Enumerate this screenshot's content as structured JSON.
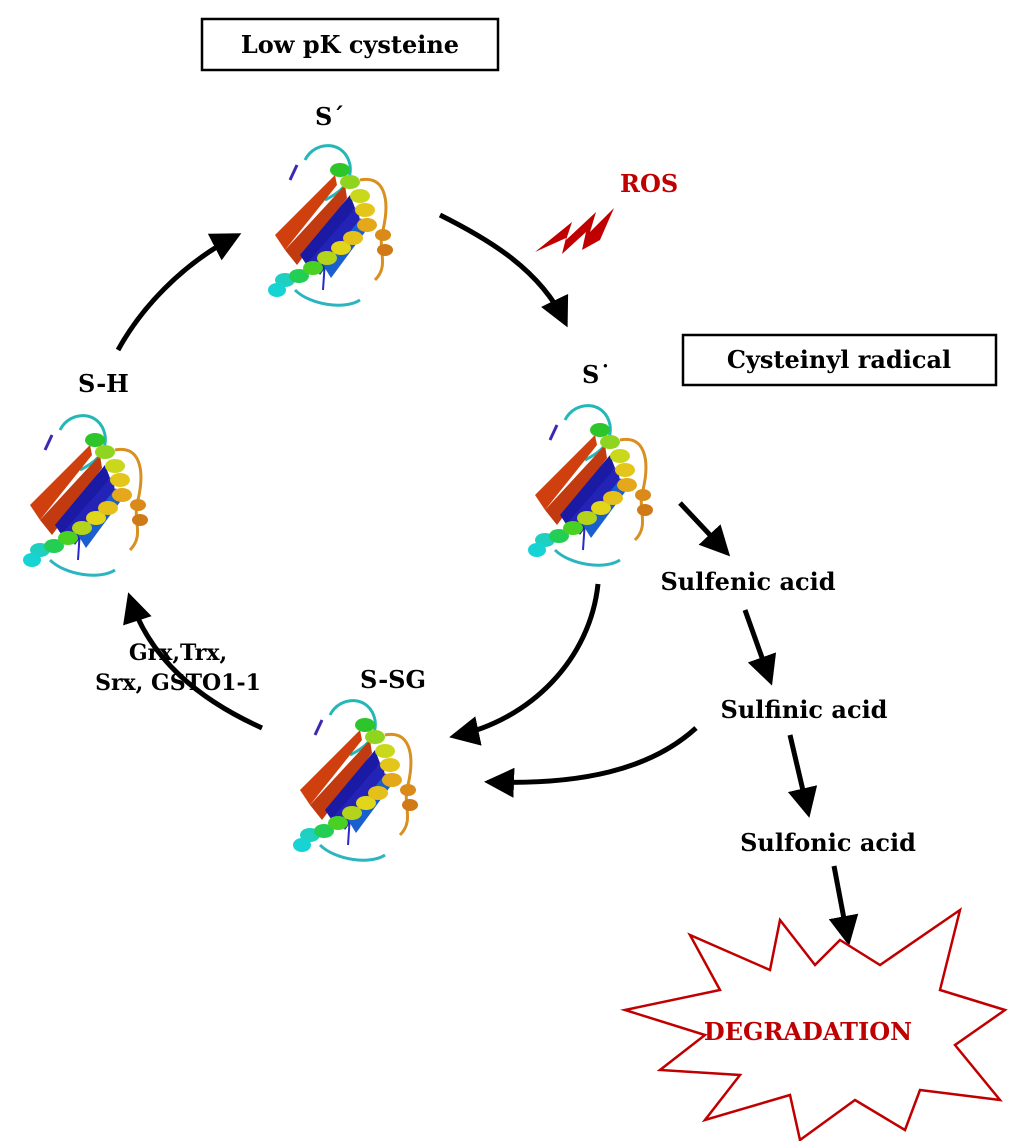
{
  "colors": {
    "arrow": "#000000",
    "ros": "#c00000",
    "degradation_text": "#c00000",
    "burst_stroke": "#c00000",
    "box_stroke": "#000000"
  },
  "boxes": {
    "low_pk": "Low pK cysteine",
    "radical": "Cysteinyl radical"
  },
  "states": {
    "thiolate": "S´",
    "radical": "S˙",
    "thiol": "S-H",
    "glutathionylated": "S-SG"
  },
  "stressor": "ROS",
  "enzymes": {
    "line1": "Grx,Trx,",
    "line2": "Srx, GSTO1-1"
  },
  "oxidation_steps": [
    "Sulfenic acid",
    "Sulfinic acid",
    "Sulfonic acid"
  ],
  "outcome": "DEGRADATION",
  "protein_icons": [
    "helix-ribbon-icon",
    "helix-ribbon-icon",
    "helix-ribbon-icon",
    "helix-ribbon-icon"
  ]
}
